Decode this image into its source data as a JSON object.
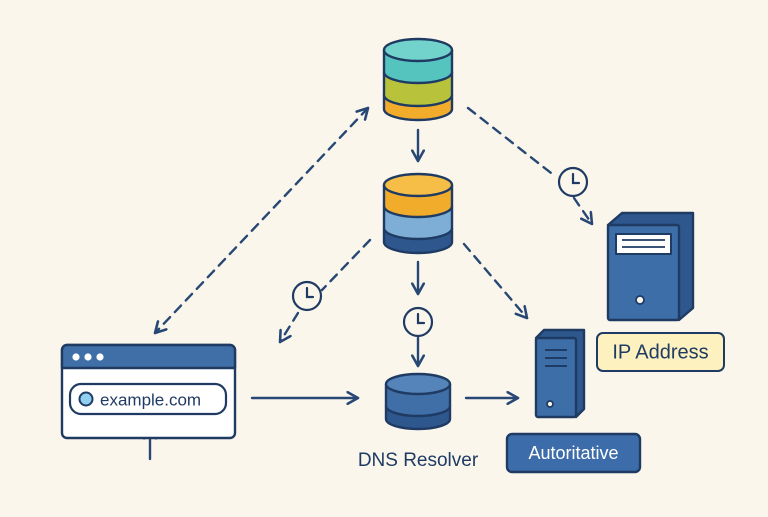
{
  "browser": {
    "url_text": "example.com"
  },
  "resolver": {
    "label": "DNS Resolver"
  },
  "authoritative": {
    "label": "Autoritative"
  },
  "server": {
    "badge": "IP Address"
  },
  "icons": {
    "clock": "clock-icon",
    "database": "database-icon",
    "server": "server-icon",
    "browser": "browser-window-icon"
  },
  "colors": {
    "background": "#fbf6ec",
    "outline": "#1f3b63",
    "arrow": "#274874",
    "db_teal": "#55c4bf",
    "db_lime": "#b8c33b",
    "db_orange": "#f2ac2c",
    "db_blue_light": "#7eaed6",
    "db_blue": "#3f6fa6",
    "db_blue_dark": "#2d578d",
    "server_blue": "#3e6ea8",
    "badge_yellow": "#fdf1c0",
    "badge_blue": "#3c6ca9"
  }
}
